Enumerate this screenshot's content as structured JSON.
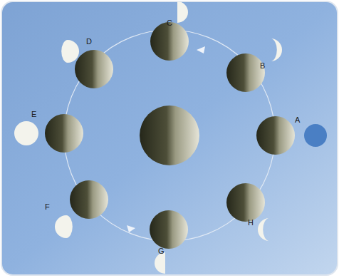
{
  "diagram": {
    "labels": [
      "C",
      "D",
      "B",
      "E",
      "A",
      "F",
      "H",
      "G"
    ]
  }
}
